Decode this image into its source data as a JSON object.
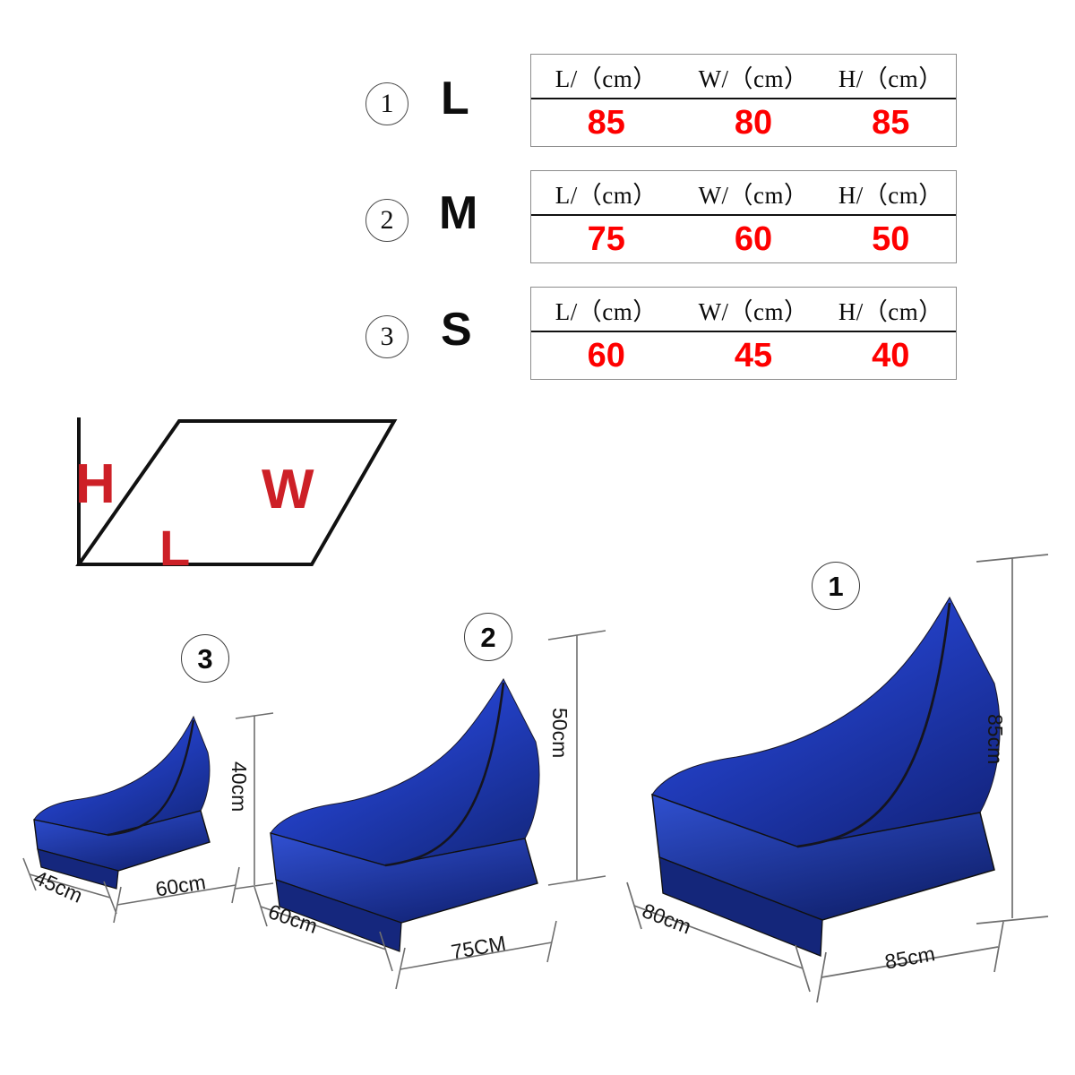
{
  "size_chart": {
    "columns": [
      "L/（cm）",
      "W/（cm）",
      "H/（cm）"
    ],
    "rows": [
      {
        "marker": "1",
        "size": "L",
        "l": "85",
        "w": "80",
        "h": "85"
      },
      {
        "marker": "2",
        "size": "M",
        "l": "75",
        "w": "60",
        "h": "50"
      },
      {
        "marker": "3",
        "size": "S",
        "l": "60",
        "w": "45",
        "h": "40"
      }
    ]
  },
  "dimension_key": {
    "height_label": "H",
    "width_label": "W",
    "length_label": "L",
    "letter_color": "#cd2027"
  },
  "products": [
    {
      "marker": "3",
      "depth_label": "45cm",
      "length_label": "60cm",
      "height_label": "40cm",
      "color": "#2340c6"
    },
    {
      "marker": "2",
      "depth_label": "60cm",
      "length_label": "75CM",
      "height_label": "50cm",
      "color": "#2340c6"
    },
    {
      "marker": "1",
      "depth_label": "80cm",
      "length_label": "85cm",
      "height_label": "85cm",
      "color": "#2340c6"
    }
  ],
  "chart_data": {
    "type": "table",
    "title": "Inflatable air lounger size chart",
    "columns": [
      "#",
      "Size",
      "L/（cm）",
      "W/（cm）",
      "H/（cm）"
    ],
    "rows": [
      [
        "1",
        "L",
        85,
        80,
        85
      ],
      [
        "2",
        "M",
        75,
        60,
        50
      ],
      [
        "3",
        "S",
        60,
        45,
        40
      ]
    ]
  }
}
